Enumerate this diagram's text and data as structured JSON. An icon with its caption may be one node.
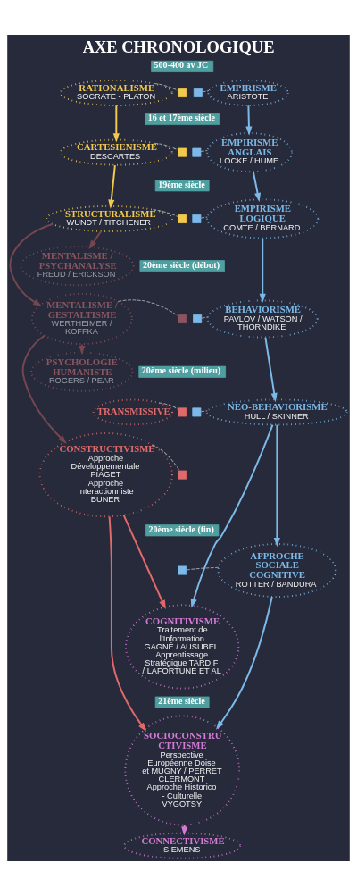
{
  "diagram": {
    "title": "AXE CHRONOLOGIQUE",
    "nodes": [
      {
        "text": [
          "500-400 av JC"
        ]
      },
      {
        "text": [
          "RATIONALISME",
          "SOCRATE - PLATON"
        ]
      },
      {
        "text": [
          "EMPIRISME",
          "ARISTOTE"
        ]
      },
      {
        "text": [
          "16 et 17ème siècle"
        ]
      },
      {
        "text": [
          "CARTESIENISME",
          "DESCARTES"
        ]
      },
      {
        "text": [
          "EMPIRISME ANGLAIS",
          "LOCKE / HUME"
        ]
      },
      {
        "text": [
          "19ème siècle"
        ]
      },
      {
        "text": [
          "STRUCTURALISME",
          "WUNDT / TITCHENER"
        ]
      },
      {
        "text": [
          "EMPIRISME LOGIQUE",
          "COMTE / BERNARD"
        ]
      },
      {
        "text": [
          "20ème siècle (début)"
        ]
      },
      {
        "text": [
          "MENTALISME / PSYCHANALYSE",
          "FREUD / ERICKSON"
        ]
      },
      {
        "text": [
          "BEHAVIORISME",
          "PAVLOV / WATSON / THORNDIKE"
        ]
      },
      {
        "text": [
          "MENTALISME / GESTALTISME",
          "WERTHEIMER / KOFFKA"
        ]
      },
      {
        "text": [
          "20ème siècle (milieu)"
        ]
      },
      {
        "text": [
          "PSYCHOLOGIE HUMANISTE",
          "ROGERS / PEAR"
        ]
      },
      {
        "text": [
          "TRANSMISSIVE"
        ]
      },
      {
        "text": [
          "NEO-BEHAVIORISME",
          "HULL / SKINNER"
        ]
      },
      {
        "text": [
          "CONSTRUCTIVISME",
          "Approche Développementale PIAGET",
          "Approche Interactionniste BUNER"
        ]
      },
      {
        "text": [
          "20ème siècle (fin)"
        ]
      },
      {
        "text": [
          "APPROCHE SOCIALE COGNITIVE",
          "ROTTER / BANDURA"
        ]
      },
      {
        "text": [
          "COGNITIVISME",
          "Traitement de l’Information GAGNÉ / AUSUBEL",
          "Apprentissage Stratégique TARDIF / LAFORTUNE ET AL"
        ]
      },
      {
        "text": [
          "21ème siècle"
        ]
      },
      {
        "text": [
          "SOCIOCONSTRU CTIVISME",
          "Perspective Européenne Doise et MUGNY / PERRET CLERMONT",
          "Approche Historico - Culturelle VYGOTSY"
        ]
      },
      {
        "text": [
          "CONNECTIVISME",
          "SIEMENS"
        ]
      },
      {
        "text": [],
        "shape": "box"
      },
      {
        "text": [],
        "shape": "box"
      },
      {
        "text": [],
        "shape": "box"
      },
      {
        "text": [],
        "shape": "box"
      },
      {
        "text": [],
        "shape": "box"
      },
      {
        "text": [],
        "shape": "box"
      },
      {
        "text": [],
        "shape": "box"
      },
      {
        "text": [],
        "shape": "box"
      },
      {
        "text": [],
        "shape": "box"
      },
      {
        "text": [],
        "shape": "box"
      },
      {
        "text": [],
        "shape": "box"
      },
      {
        "text": [],
        "shape": "box"
      }
    ],
    "edges": [
      {
        "from": 1,
        "to": 4,
        "arrow": "to",
        "color": "#f2c94c"
      },
      {
        "from": 2,
        "to": 5,
        "arrow": "to",
        "color": "#7cb9e8"
      },
      {
        "from": 4,
        "to": 7,
        "arrow": "to",
        "color": "#f2c94c"
      },
      {
        "from": 5,
        "to": 8,
        "arrow": "to",
        "color": "#7cb9e8"
      },
      {
        "from": 7,
        "to": 10,
        "arrow": "to",
        "color": "#74464f"
      },
      {
        "from": 7,
        "to": 12,
        "arrow": "to",
        "color": "#74464f"
      },
      {
        "from": 8,
        "to": 11,
        "arrow": "to",
        "color": "#7cb9e8"
      },
      {
        "from": 11,
        "to": 16,
        "arrow": "to",
        "color": "#7cb9e8"
      },
      {
        "from": 12,
        "to": 14,
        "arrow": "to",
        "color": "#74464f"
      },
      {
        "from": 12,
        "to": 17,
        "arrow": "to",
        "color": "#74464f"
      },
      {
        "from": 16,
        "to": 20,
        "arrow": "to",
        "color": "#7cb9e8"
      },
      {
        "from": 16,
        "to": 19,
        "arrow": "to",
        "color": "#7cb9e8"
      },
      {
        "from": 17,
        "to": 20,
        "arrow": "to",
        "color": "#e0696a"
      },
      {
        "from": 17,
        "to": 22,
        "arrow": "to",
        "color": "#e0696a"
      },
      {
        "from": 19,
        "to": 22,
        "arrow": "to",
        "color": "#7cb9e8"
      },
      {
        "from": 22,
        "to": 23,
        "arrow": "to",
        "color": "#d67ad8"
      },
      {
        "from": 1,
        "to": 24,
        "arrow": "none",
        "style": "dashed"
      },
      {
        "from": 25,
        "to": 2,
        "arrow": "none",
        "style": "dashed"
      },
      {
        "from": 4,
        "to": 26,
        "arrow": "none",
        "style": "dashed"
      },
      {
        "from": 27,
        "to": 5,
        "arrow": "none",
        "style": "dashed"
      },
      {
        "from": 7,
        "to": 28,
        "arrow": "none",
        "style": "dashed"
      },
      {
        "from": 29,
        "to": 8,
        "arrow": "none",
        "style": "dashed"
      },
      {
        "from": 12,
        "to": 31,
        "arrow": "none",
        "style": "dashed"
      },
      {
        "from": 30,
        "to": 11,
        "arrow": "none",
        "style": "dashed"
      },
      {
        "from": 15,
        "to": 32,
        "arrow": "none",
        "style": "dashed"
      },
      {
        "from": 33,
        "to": 16,
        "arrow": "none",
        "style": "dashed"
      },
      {
        "from": 17,
        "to": 34,
        "arrow": "none",
        "style": "dashed"
      },
      {
        "from": 35,
        "to": 19,
        "arrow": "none",
        "style": "dashed"
      }
    ]
  }
}
